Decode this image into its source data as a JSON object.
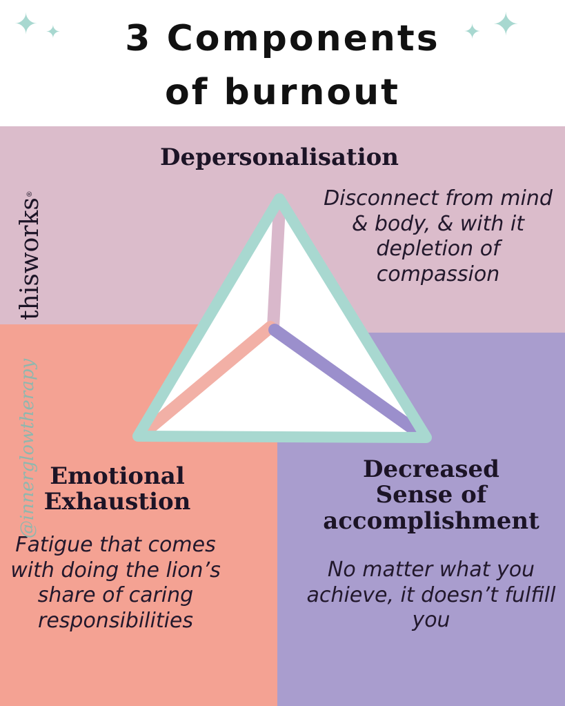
{
  "title": {
    "line1": "3 Components",
    "line2": "of burnout"
  },
  "brand": {
    "name": "thisworks",
    "mark": "®",
    "handle": "@innerglowtherapy"
  },
  "components": {
    "depersonalisation": {
      "heading": "Depersonalisation",
      "description": "Disconnect from mind & body, & with it depletion of compassion"
    },
    "emotional_exhaustion": {
      "heading_line1": "Emotional",
      "heading_line2": "Exhaustion",
      "description": "Fatigue that comes with doing the lion’s share of caring responsibilities"
    },
    "decreased_accomplishment": {
      "heading_line1": "Decreased",
      "heading_line2": "Sense of",
      "heading_line3": "accomplishment",
      "description": "No matter what you achieve, it doesn’t fulfill you"
    }
  },
  "colors": {
    "depersonalisation_bg": "#dbbccb",
    "emotional_bg": "#f4a293",
    "accomplishment_bg": "#a99dce",
    "triangle_outline": "#a8d8d0",
    "triangle_fill": "#ffffff",
    "spoke_top": "#d9b8cb",
    "spoke_left": "#f2b0a6",
    "spoke_right": "#9b8fcc",
    "sparkle": "#a8d8d0"
  },
  "icons": {
    "sparkle": "sparkle-icon"
  }
}
